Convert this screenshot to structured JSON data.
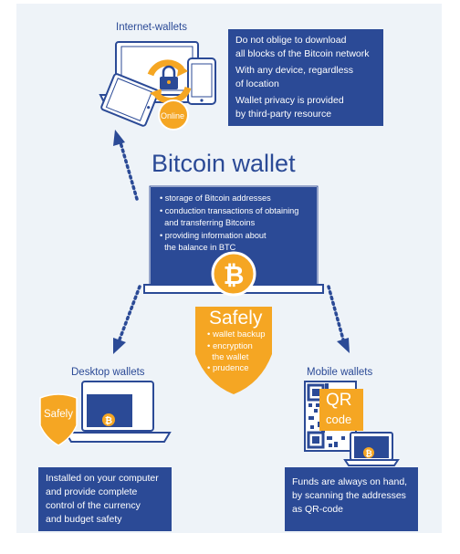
{
  "title": "Bitcoin wallet",
  "colors": {
    "primary": "#2b4a96",
    "accent": "#f5a623",
    "background": "#eef3f8"
  },
  "internet": {
    "label": "Internet-wallets",
    "badge": "Online",
    "lines": [
      "Do not oblige to download",
      "all blocks of the Bitcoin network",
      "With any device, regardless",
      "of location",
      "Wallet privacy is provided",
      "by third-party resource"
    ]
  },
  "center": {
    "bullets": [
      [
        "• storage of Bitcoin addresses"
      ],
      [
        "• conduction transactions of obtaining",
        "  and transferring Bitcoins"
      ],
      [
        "• providing information about",
        "  the balance in BTC"
      ]
    ]
  },
  "shield": {
    "title": "Safely",
    "bullets": [
      "• wallet backup",
      "• encryption",
      "  the wallet",
      "• prudence"
    ]
  },
  "desktop": {
    "label": "Desktop wallets",
    "badge": "Safely",
    "lines": [
      "Installed on your computer",
      "and provide complete",
      "control of the currency",
      "and budget safety"
    ]
  },
  "mobile": {
    "label": "Mobile wallets",
    "qr_line1": "QR",
    "qr_line2": "code",
    "lines": [
      "Funds are always on hand,",
      "by scanning the addresses",
      "as QR-code"
    ]
  },
  "icons": [
    "laptop-icon",
    "tablet-icon",
    "phone-icon",
    "sync-icon",
    "lock-icon",
    "bitcoin-icon",
    "shield-icon",
    "qr-code-icon"
  ]
}
